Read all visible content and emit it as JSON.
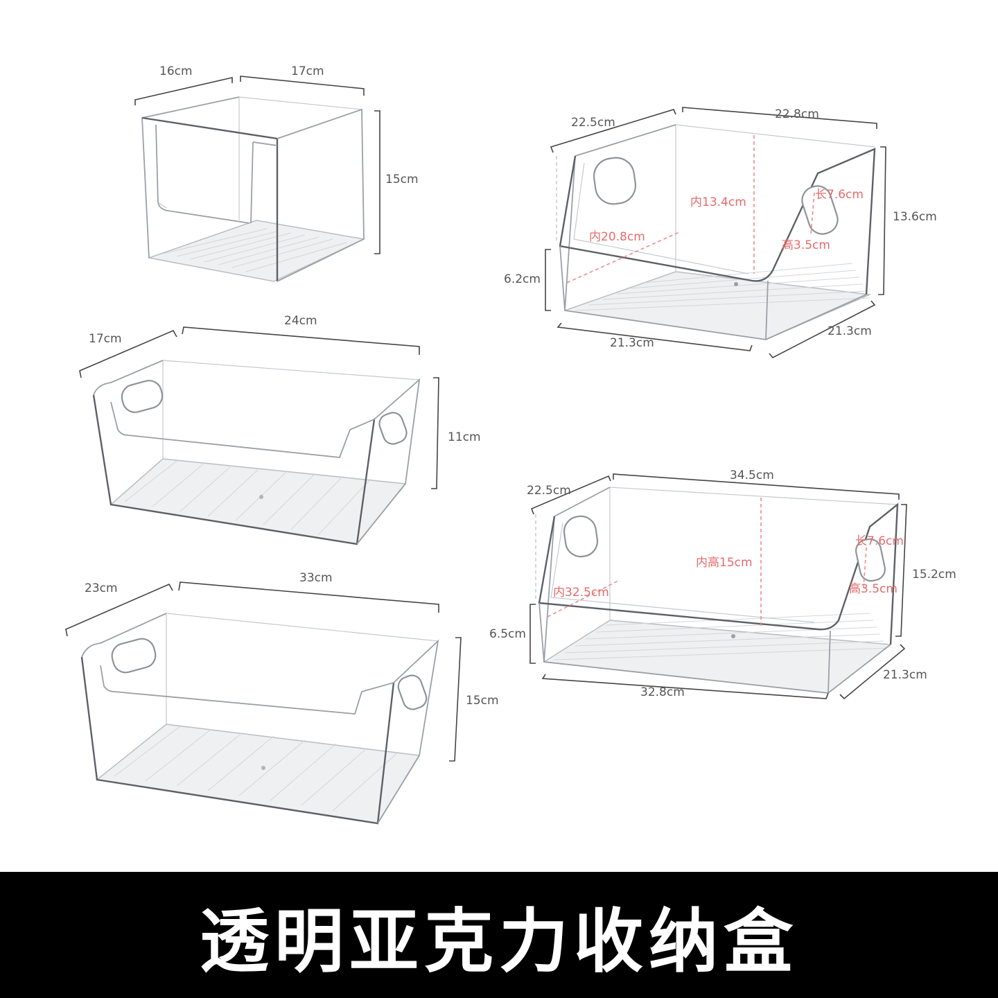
{
  "banner": {
    "title": "透明亚克力收纳盒"
  },
  "boxes": {
    "box1": {
      "depth": "16cm",
      "width": "17cm",
      "height": "15cm"
    },
    "box2": {
      "depth": "17cm",
      "width": "24cm",
      "height": "11cm"
    },
    "box3": {
      "depth": "23cm",
      "width": "33cm",
      "height": "15cm"
    },
    "box4": {
      "top_depth": "22.5cm",
      "top_width": "22.8cm",
      "height": "13.6cm",
      "front_height": "6.2cm",
      "bottom_width": "21.3cm",
      "bottom_depth": "21.3cm",
      "inner_height": "内13.4cm",
      "inner_width": "内20.8cm",
      "handle_length": "长7.6cm",
      "handle_height": "高3.5cm"
    },
    "box5": {
      "top_depth": "22.5cm",
      "top_width": "34.5cm",
      "height": "15.2cm",
      "front_height": "6.5cm",
      "bottom_width": "32.8cm",
      "bottom_depth": "21.3cm",
      "inner_height": "内高15cm",
      "inner_width": "内32.5cm",
      "handle_length": "长7.6cm",
      "handle_height": "高3.5cm"
    }
  }
}
